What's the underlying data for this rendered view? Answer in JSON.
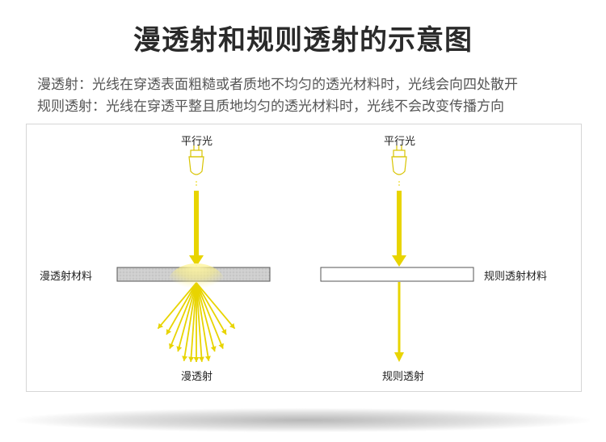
{
  "title": "漫透射和规则透射的示意图",
  "descriptions": {
    "diffuse": "漫透射：光线在穿透表面粗糙或者质地不均匀的透光材料时，光线会向四处散开",
    "regular": "规则透射：光线在穿透平整且质地均匀的透光材料时，光线不会改变传播方向"
  },
  "left_diagram": {
    "light_label": "平行光",
    "material_label": "漫透射材料",
    "result_label": "漫透射"
  },
  "right_diagram": {
    "light_label": "平行光",
    "material_label": "规则透射材料",
    "result_label": "规则透射"
  },
  "colors": {
    "light_beam": "#e8d400",
    "light_glow": "#fff27a",
    "diffuse_material": "#c8c8c8",
    "regular_material": "#ffffff",
    "lamp_outline": "#d8c400"
  }
}
